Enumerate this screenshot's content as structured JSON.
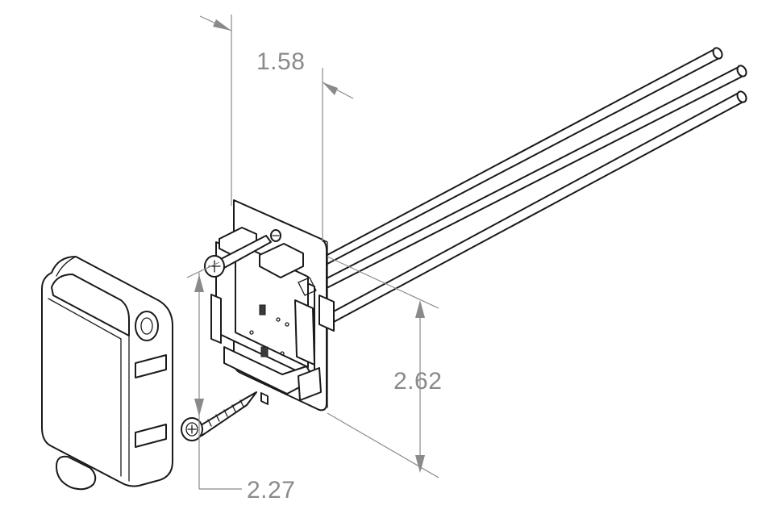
{
  "diagram": {
    "dimensions": {
      "depth": "1.58",
      "height": "2.62",
      "width": "2.27"
    }
  }
}
